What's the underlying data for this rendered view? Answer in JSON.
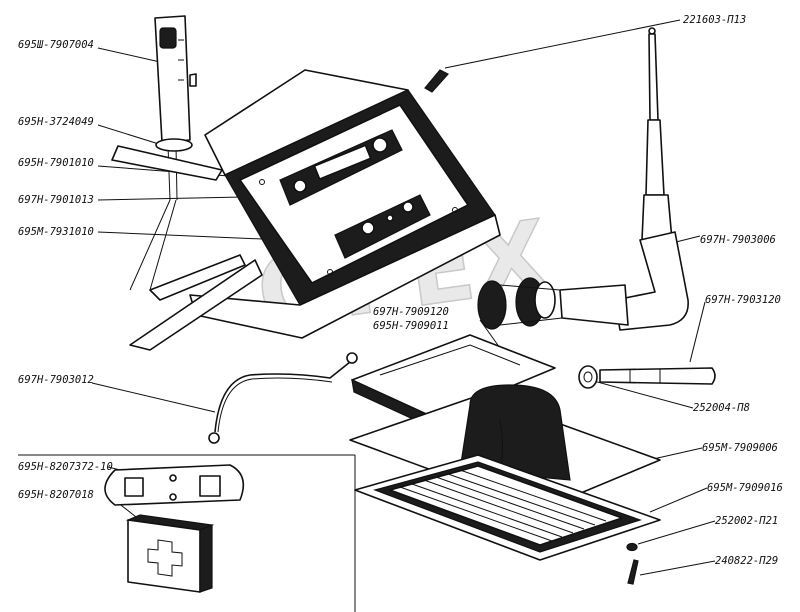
{
  "labels": {
    "radio_control": "695Ш-7907004",
    "bracket": "695Н-3724049",
    "receiver_body": "695Н-7901010",
    "panel": "697Н-7901013",
    "front_frame": "695М-7931010",
    "antenna_screw": "221603-П13",
    "antenna": "697Н-7903006",
    "mount_plate": "697Н-7909120",
    "mount_frame": "695Н-7909011",
    "antenna_rod": "697Н-7903120",
    "nut": "252004-П8",
    "cable": "697Н-7903012",
    "speaker_case": "695М-7909006",
    "speaker_grille": "695М-7909016",
    "washer": "252002-П21",
    "screw": "240822-П29",
    "plate": "695Н-8207372-10",
    "first_aid_box": "695Н-8207018"
  },
  "watermark": "OPEX"
}
